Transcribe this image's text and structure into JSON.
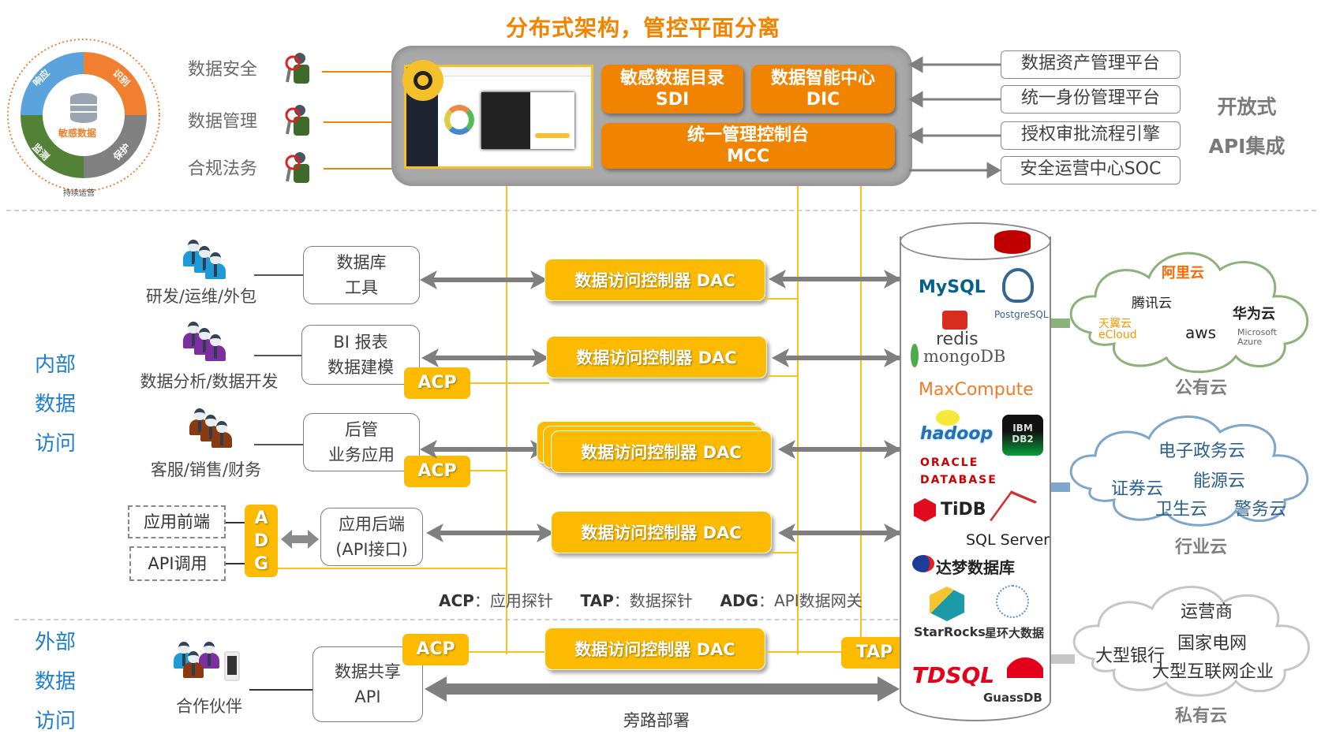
{
  "title": "分布式架构，管控平面分离",
  "lifecycle": {
    "center_label": "敏感数据",
    "segments": [
      "响应",
      "识别",
      "保护",
      "监测"
    ],
    "caption": "持续运营",
    "colors": {
      "respond": "#5ba3dc",
      "identify": "#f08030",
      "protect": "#808080",
      "monitor": "#538135"
    }
  },
  "stakeholders": [
    "数据安全",
    "数据管理",
    "合规法务"
  ],
  "control_plane": {
    "modules": [
      {
        "name": "敏感数据目录",
        "code": "SDI"
      },
      {
        "name": "数据智能中心",
        "code": "DIC"
      },
      {
        "name": "统一管理控制台",
        "code": "MCC"
      }
    ],
    "accent_color": "#f08300"
  },
  "integrations": {
    "items": [
      {
        "label": "数据资产管理平台",
        "direction": "in"
      },
      {
        "label": "统一身份管理平台",
        "direction": "in"
      },
      {
        "label": "授权审批流程引擎",
        "direction": "in"
      },
      {
        "label": "安全运营中心SOC",
        "direction": "out"
      }
    ],
    "label_line1": "开放式",
    "label_line2": "API集成"
  },
  "internal_access": {
    "label": [
      "内部",
      "数据",
      "访问"
    ],
    "rows": [
      {
        "role": "研发/运维/外包",
        "tool": [
          "数据库",
          "工具"
        ],
        "probe": "",
        "dac": "数据访问控制器 DAC"
      },
      {
        "role": "数据分析/数据开发",
        "tool": [
          "BI 报表",
          "数据建模"
        ],
        "probe": "ACP",
        "dac": "数据访问控制器 DAC"
      },
      {
        "role": "客服/销售/财务",
        "tool": [
          "后管",
          "业务应用"
        ],
        "probe": "ACP",
        "dac": "数据访问控制器 DAC"
      }
    ],
    "app_row": {
      "sources": [
        "应用前端",
        "API调用"
      ],
      "gateway": [
        "A",
        "D",
        "G"
      ],
      "backend": [
        "应用后端",
        "(API接口)"
      ],
      "dac": "数据访问控制器 DAC"
    }
  },
  "legend": [
    {
      "key": "ACP",
      "desc": "应用探针"
    },
    {
      "key": "TAP",
      "desc": "数据探针"
    },
    {
      "key": "ADG",
      "desc": "API数据网关"
    }
  ],
  "external_access": {
    "label": [
      "外部",
      "数据",
      "访问"
    ],
    "role": "合作伙伴",
    "tool": [
      "数据共享",
      "API"
    ],
    "probe": "ACP",
    "dac": "数据访问控制器 DAC",
    "tap": "TAP",
    "bypass_label": "旁路部署"
  },
  "databases": [
    "MySQL",
    "PostgreSQL",
    "redis",
    "mongoDB",
    "MaxCompute",
    "hadoop",
    "IBM DB2",
    "ORACLE DATABASE",
    "TiDB",
    "SQL Server",
    "达梦数据库",
    "StarRocks",
    "星环大数据",
    "TDSQL",
    "GuassDB"
  ],
  "clouds": [
    {
      "name": "公有云",
      "items": [
        "阿里云",
        "腾讯云",
        "华为云",
        "天翼云 eCloud",
        "aws",
        "Microsoft Azure"
      ],
      "color": "#8db17a"
    },
    {
      "name": "行业云",
      "items": [
        "电子政务云",
        "证券云",
        "能源云",
        "卫生云",
        "警务云"
      ],
      "color": "#7ea6cc"
    },
    {
      "name": "私有云",
      "items": [
        "运营商",
        "国家电网",
        "大型银行",
        "大型互联网企业"
      ],
      "color": "#c6c6c6"
    }
  ],
  "colors": {
    "dac": "#fcbb00",
    "side_label": "#1f7fcf"
  }
}
